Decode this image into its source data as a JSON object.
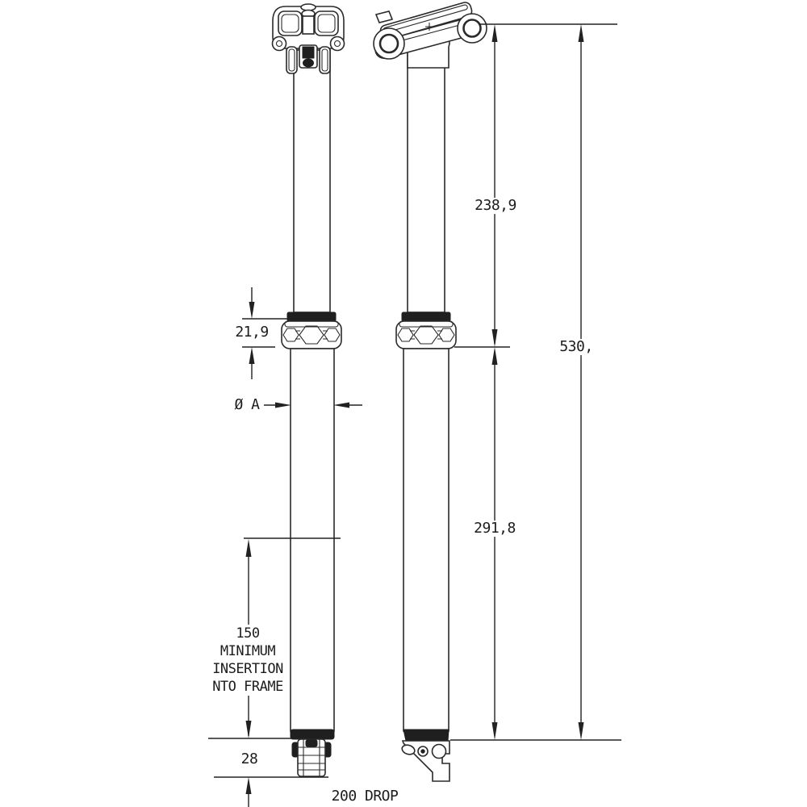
{
  "drawing": {
    "type": "technical-dimension-diagram",
    "subject": "dropper seatpost, front and side views",
    "colors": {
      "line": "#2a2a2a",
      "background": "#ffffff",
      "text": "#1c1c1c"
    },
    "views": {
      "front": "seatpost front view",
      "side": "seatpost side view"
    },
    "dims": {
      "upper_section": "238,9",
      "overall": "530,",
      "lower_section": "291,8",
      "collar": "21,9",
      "diameter": "Ø A",
      "insertion": [
        "150",
        "MINIMUM",
        "INSERTION",
        "NTO FRAME"
      ],
      "actuator": "28",
      "drop": "200 DROP"
    }
  }
}
